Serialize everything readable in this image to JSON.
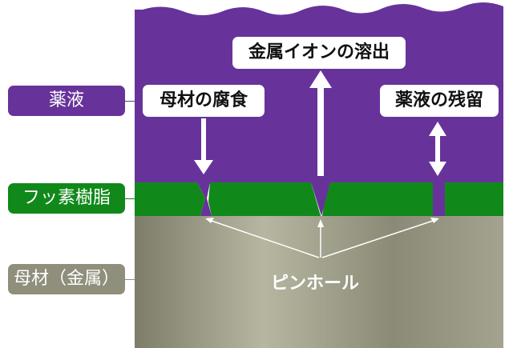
{
  "layers": {
    "chemical": {
      "label": "薬液",
      "color": "#67339a"
    },
    "coating": {
      "label": "フッ素樹脂",
      "color": "#10891a"
    },
    "base_metal": {
      "label": "母材（金属）",
      "color": "#8f8f7c"
    }
  },
  "callouts": {
    "corrosion": "母材の腐食",
    "elution": "金属イオンの溶出",
    "residue": "薬液の残留"
  },
  "pinhole_label": "ピンホール"
}
